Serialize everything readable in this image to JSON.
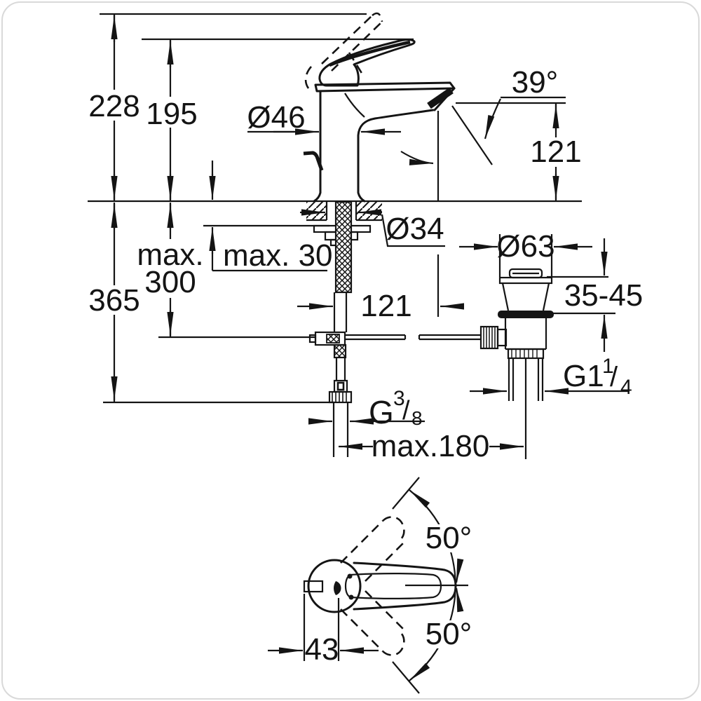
{
  "title": "Basin mixer technical dimension drawing",
  "colors": {
    "background": "#ffffff",
    "line": "#141414",
    "frame": "#d9d9d9"
  },
  "dimensions": {
    "total_height": "228",
    "handle_height": "195",
    "body_diameter": "Ø46",
    "spout_angle": "39°",
    "spout_height": "121",
    "pull_rod_max_line1": "max.",
    "pull_rod_max_line2": "300",
    "deck_thickness_max": "max. 30",
    "hole_diameter": "Ø34",
    "supply_height": "365",
    "spout_reach": "121",
    "waste_diameter": "Ø63",
    "mounting_range": "35-45",
    "waste_thread_main": "G1",
    "waste_thread_sup": "1",
    "waste_thread_slash": "/",
    "waste_thread_sub": "4",
    "supply_thread_main": "G",
    "supply_thread_sup": "3",
    "supply_thread_slash": "/",
    "supply_thread_sub": "8",
    "hose_reach_max": "max.180",
    "handle_swing_upper": "50°",
    "handle_swing_lower": "50°",
    "handle_pin_offset": "43"
  }
}
